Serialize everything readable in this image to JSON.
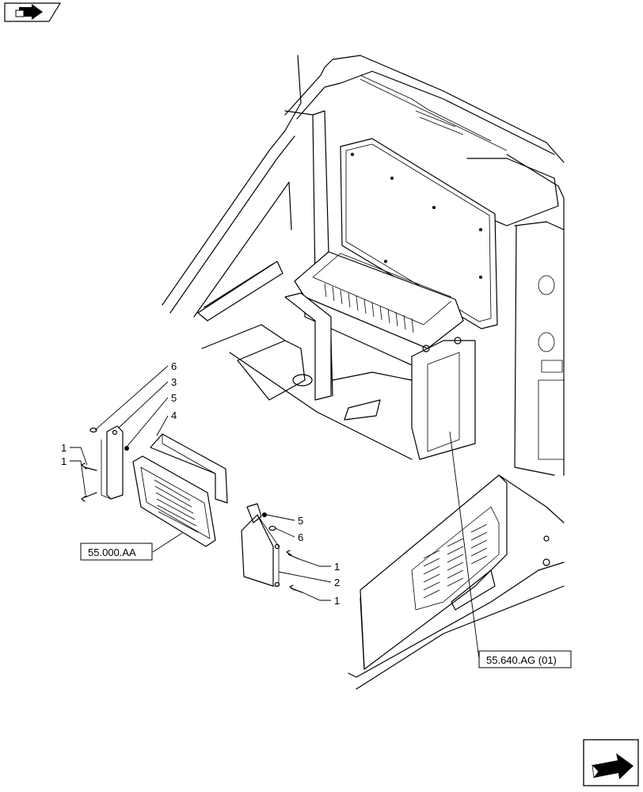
{
  "nav": {
    "back_icon": "back-arrow-icon",
    "forward_icon": "forward-arrow-icon"
  },
  "callouts": {
    "c6_left": "6",
    "c3": "3",
    "c5_left": "5",
    "c4": "4",
    "c1_upper_left": "1",
    "c1_lower_left": "1",
    "c5_right": "5",
    "c6_right": "6",
    "c1_right_upper": "1",
    "c2": "2",
    "c1_right_lower": "1"
  },
  "references": {
    "ref_left": "55.000.AA",
    "ref_right": "55.640.AG (01)"
  }
}
